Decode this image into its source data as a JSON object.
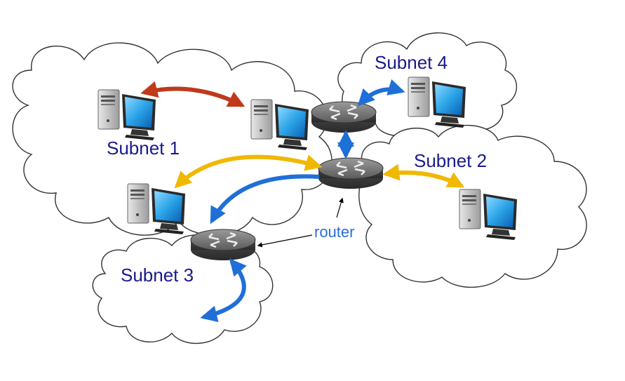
{
  "labels": {
    "subnet1": "Subnet 1",
    "subnet2": "Subnet 2",
    "subnet3": "Subnet 3",
    "subnet4": "Subnet 4",
    "router": "router"
  },
  "colors": {
    "red_arrow": "#c0391b",
    "blue_arrow": "#1f6fd8",
    "yellow_arrow": "#f0b800",
    "label_text": "#1a1a8c",
    "router_label_text": "#2b6be0"
  },
  "icons": [
    "desktop-computer-icon",
    "router-icon",
    "cloud-shape"
  ]
}
